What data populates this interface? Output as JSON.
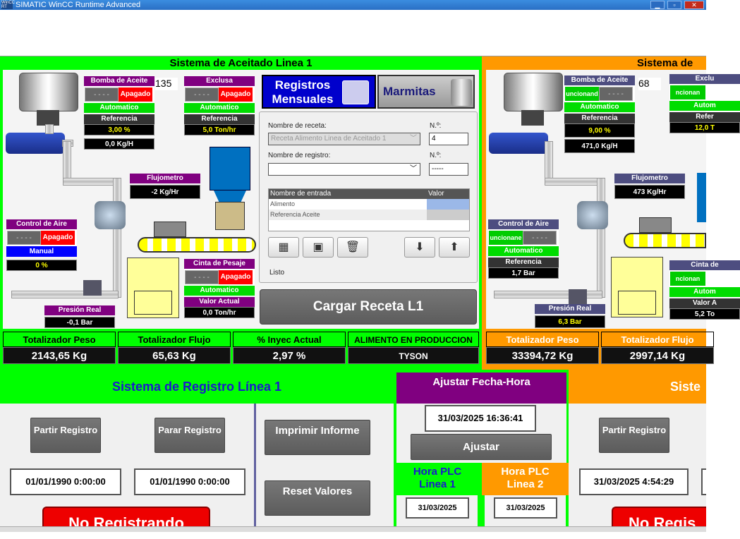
{
  "window": {
    "title": "SIMATIC WinCC Runtime Advanced",
    "logo": "WinCC RT"
  },
  "line1": {
    "title": "Sistema de Aceitado Linea 1",
    "pump": {
      "title": "Bomba de Aceite",
      "state": "Apagado",
      "dash": "- - - -",
      "mode": "Automatico",
      "ref_label": "Referencia",
      "ref": "3,00 %",
      "flow": "0,0 Kg/H",
      "count": "135"
    },
    "valve": {
      "title": "Exclusa",
      "state": "Apagado",
      "dash": "- - - -",
      "mode": "Automatico",
      "ref_label": "Referencia",
      "ref": "5,0 Ton/hr"
    },
    "flowmeter": {
      "title": "Flujometro",
      "value": "-2 Kg/Hr"
    },
    "air": {
      "title": "Control de Aire",
      "state": "Apagado",
      "dash": "- - - -",
      "mode": "Manual",
      "value": "0 %"
    },
    "scale": {
      "title": "Cinta de Pesaje",
      "state": "Apagado",
      "dash": "- - - -",
      "mode": "Automatico",
      "actual_label": "Valor Actual",
      "actual": "0,0 Ton/hr"
    },
    "pressure": {
      "title": "Presión Real",
      "value": "-0,1 Bar"
    },
    "totals": [
      {
        "label": "Totalizador Peso",
        "value": "2143,65 Kg"
      },
      {
        "label": "Totalizador Flujo",
        "value": "65,63 Kg"
      },
      {
        "label": "% Inyec Actual",
        "value": "2,97 %"
      },
      {
        "label": "ALIMENTO EN PRODUCCION",
        "value": "TYSON"
      }
    ]
  },
  "nav": {
    "registros": "Registros Mensuales",
    "marmitas": "Marmitas"
  },
  "recipe": {
    "recipe_label": "Nombre de receta:",
    "recipe_value": "Receta Alimento Linea de Aceitado 1",
    "no_label": "N.º:",
    "no_value": "4",
    "record_label": "Nombre de registro:",
    "record_value": "",
    "no2_label": "N.º:",
    "no2_value": "-----",
    "col1": "Nombre de entrada",
    "col2": "Valor",
    "rows": [
      "Alimento",
      "Referencia Aceite"
    ],
    "status": "Listo",
    "load": "Cargar Receta L1",
    "tools": [
      "new-record-icon",
      "save-icon",
      "delete-icon",
      "download-icon",
      "upload-icon"
    ]
  },
  "line2": {
    "title": "Sistema de",
    "pump": {
      "title": "Bomba de Aceite",
      "state": "uncionand",
      "dash": "- - - -",
      "mode": "Automatico",
      "ref_label": "Referencia",
      "ref": "9,00 %",
      "flow": "471,0 Kg/H",
      "count": "68"
    },
    "valve": {
      "title": "Exclu",
      "state": "ncionan",
      "mode": "Autom",
      "ref_label": "Refer",
      "ref": "12,0 T"
    },
    "flowmeter": {
      "title": "Flujometro",
      "value": "473 Kg/Hr"
    },
    "air": {
      "title": "Control de Aire",
      "state": "uncionane",
      "dash": "- - - -",
      "mode": "Automatico",
      "ref_label": "Referencia",
      "value": "1,7 Bar"
    },
    "scale": {
      "title": "Cinta de",
      "state": "ncionan",
      "mode": "Autom",
      "actual_label": "Valor A",
      "actual": "5,2 To"
    },
    "pressure": {
      "title": "Presión Real",
      "value": "6,3 Bar"
    },
    "totals": [
      {
        "label": "Totalizador Peso",
        "value": "33394,72 Kg"
      },
      {
        "label": "Totalizador Flujo",
        "value": "2997,14 Kg"
      }
    ]
  },
  "registro1": {
    "title": "Sistema de Registro Línea 1",
    "start": "Partir Registro",
    "stop": "Parar Registro",
    "date1": "01/01/1990 0:00:00",
    "date2": "01/01/1990 0:00:00",
    "status": "No Registrando",
    "print": "Imprimir Informe",
    "reset": "Reset Valores"
  },
  "clock": {
    "title": "Ajustar Fecha-Hora",
    "value": "31/03/2025 16:36:41",
    "button": "Ajustar",
    "plc1": "Hora PLC Linea 1",
    "plc2": "Hora PLC Linea 2",
    "plc1_date": "31/03/2025",
    "plc2_date": "31/03/2025"
  },
  "registro2": {
    "title": "Siste",
    "start": "Partir Registro",
    "date1": "31/03/2025 4:54:29",
    "status": "No Regis"
  },
  "colors": {
    "green": "#00ff00",
    "orange": "#ff9900",
    "purple": "#800080",
    "nav_blue": "#0000cc"
  }
}
